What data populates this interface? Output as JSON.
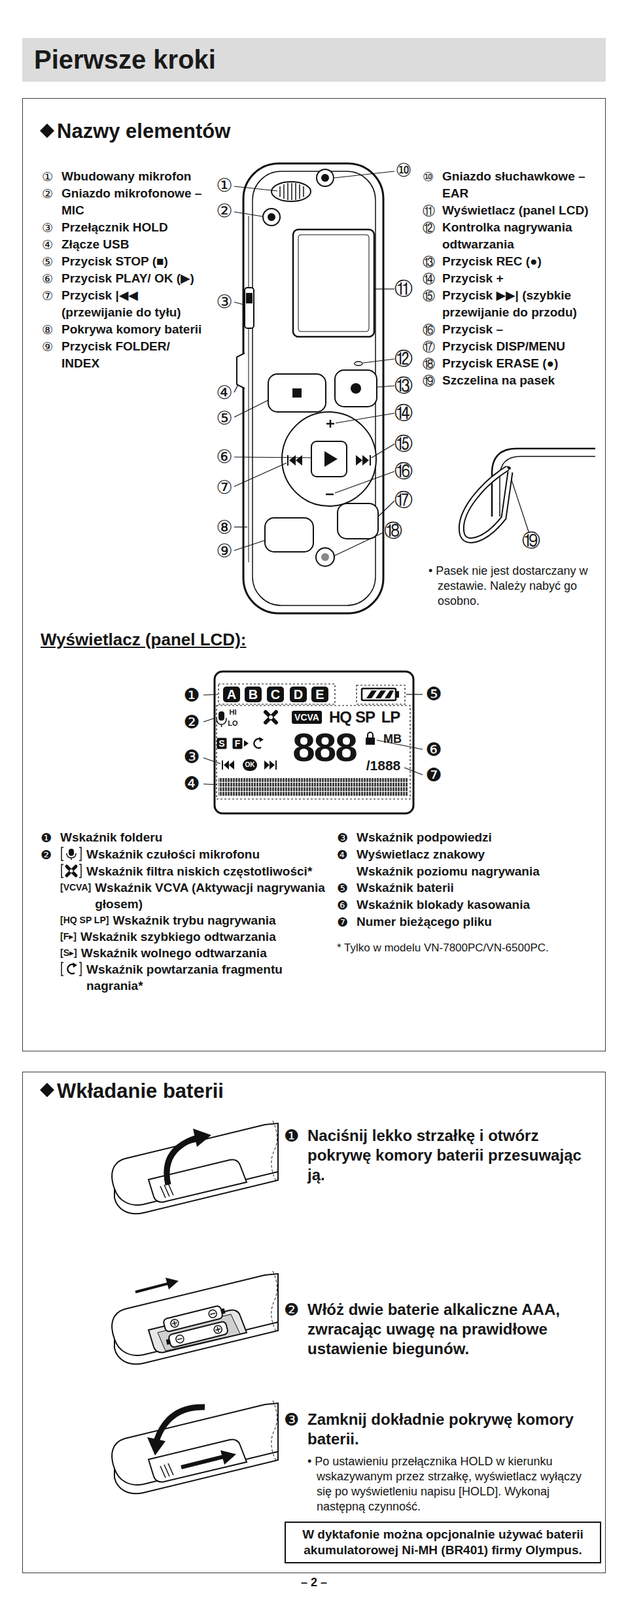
{
  "diagram": {
    "title": "Pierwsze kroki",
    "nodes": [
      {
        "text": [
          "Nazwy elementów"
        ]
      },
      {
        "text": [
          "Wkładanie baterii"
        ]
      },
      {
        "text": [
          "W dyktafonie można opcjonalnie używać baterii akumulatorowej Ni-MH (BR401) firmy Olympus."
        ],
        "in": 1
      }
    ],
    "labels": [
      "①",
      "Wbudowany mikrofon",
      "②",
      "Gniazdo mikrofonowe – MIC",
      "③",
      "Przełącznik HOLD",
      "④",
      "Złącze USB",
      "⑤",
      "Przycisk STOP (■)",
      "⑥",
      "Przycisk PLAY/ OK (▶)",
      "⑦",
      "Przycisk |◀◀ (przewijanie do tyłu)",
      "⑧",
      "Pokrywa komory baterii",
      "⑨",
      "Przycisk FOLDER/ INDEX",
      "⑩",
      "Gniazdo słuchawkowe – EAR",
      "⑪",
      "Wyświetlacz (panel LCD)",
      "⑫",
      "Kontrolka nagrywania odtwarzania",
      "⑬",
      "Przycisk REC (●)",
      "⑭",
      "Przycisk +",
      "⑮",
      "Przycisk ▶▶| (szybkie przewijanie do przodu)",
      "⑯",
      "Przycisk –",
      "⑰",
      "Przycisk DISP/MENU",
      "⑱",
      "Przycisk ERASE (●)",
      "⑲",
      "Szczelina na pasek",
      "①",
      "②",
      "③",
      "④",
      "⑤",
      "⑥",
      "⑦",
      "⑧",
      "⑨",
      "⑩",
      "⑪",
      "⑫",
      "⑬",
      "⑭",
      "⑮",
      "⑯",
      "⑰",
      "⑱",
      "⑲",
      "• Pasek nie jest dostarczany w zestawie. Należy nabyć go osobno.",
      "Wyświetlacz (panel LCD):",
      "A",
      "B",
      "C",
      "D",
      "E",
      "HI",
      "LO",
      "VCVA",
      "HQ",
      "SP",
      "LP",
      "S",
      "F",
      "888",
      "MB",
      "OK",
      "/1888",
      "❶",
      "❷",
      "❸",
      "❹",
      "❺",
      "❻",
      "❼",
      "❶",
      "Wskaźnik folderu",
      "❷",
      "Wskaźnik czułości mikrofonu",
      "Wskaźnik filtra niskich częstotliwości*",
      "[VCVA]",
      "Wskaźnik VCVA (Aktywacji nagrywania głosem)",
      "[HQ SP LP]",
      "Wskaźnik trybu nagrywania",
      "[F▸]",
      "Wskaźnik szybkiego odtwarzania",
      "[S▸]",
      "Wskaźnik wolnego odtwarzania",
      "Wskaźnik powtarzania fragmentu nagrania*",
      "❸",
      "Wskaźnik podpowiedzi",
      "❹",
      "Wyświetlacz znakowy",
      "Wskaźnik poziomu nagrywania",
      "❺",
      "Wskaźnik baterii",
      "❻",
      "Wskaźnik blokady kasowania",
      "❼",
      "Numer bieżącego pliku",
      "* Tylko w modelu VN-7800PC/VN-6500PC.",
      "❶",
      "Naciśnij lekko strzałkę i otwórz pokrywę komory baterii przesuwając ją.",
      "❷",
      "Włóż dwie baterie alkaliczne AAA, zwracając uwagę na prawidłowe ustawienie biegunów.",
      "❸",
      "Zamknij dokładnie pokrywę komory baterii.",
      "• Po ustawieniu przełącznika HOLD w kierunku wskazywanym przez strzałkę, wyświetlacz wyłączy się po wyświetleniu napisu [HOLD]. Wykonaj następną czynność.",
      "– 2 –"
    ]
  }
}
